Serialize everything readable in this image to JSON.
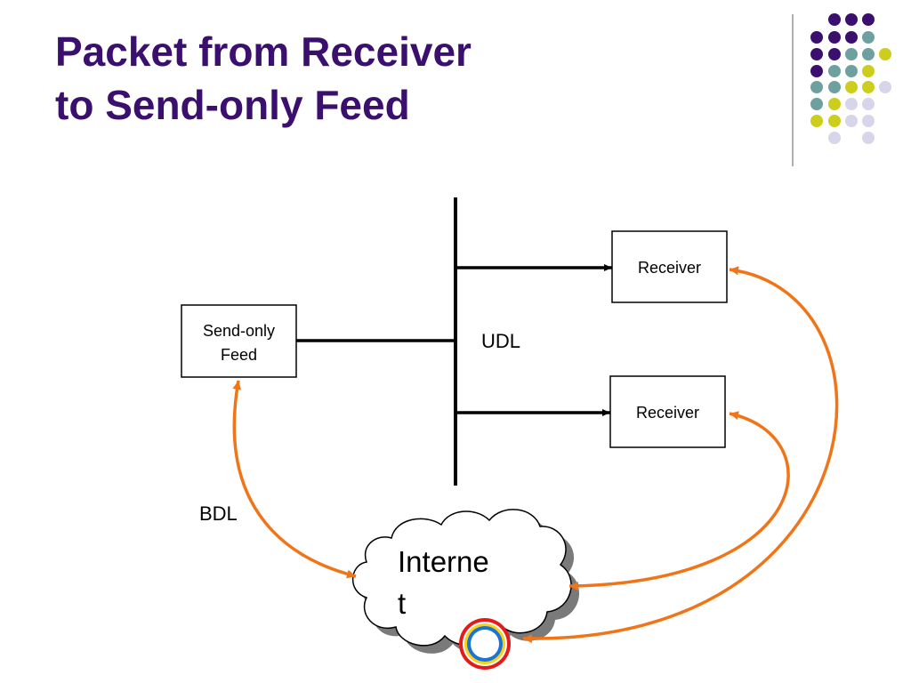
{
  "slide": {
    "title_line1": "Packet from Receiver",
    "title_line2": "to Send-only Feed"
  },
  "diagram": {
    "nodes": {
      "feed": {
        "line1": "Send-only",
        "line2": "Feed"
      },
      "receiver_top": {
        "label": "Receiver"
      },
      "receiver_bottom": {
        "label": "Receiver"
      },
      "internet": {
        "line1": "Interne",
        "line2": "t"
      }
    },
    "labels": {
      "udl": "UDL",
      "bdl": "BDL"
    }
  },
  "colors": {
    "title": "#3a0f6e",
    "arrow_orange": "#f07418",
    "dot_purple": "#3b0f6e",
    "dot_teal": "#6fa0a0",
    "dot_yellow": "#cdcd1d",
    "dot_lavender": "#d7d5e9",
    "line_black": "#000000",
    "ring_red": "#e41b1b",
    "ring_yellow": "#f7d21a",
    "ring_blue": "#1a73d6"
  }
}
